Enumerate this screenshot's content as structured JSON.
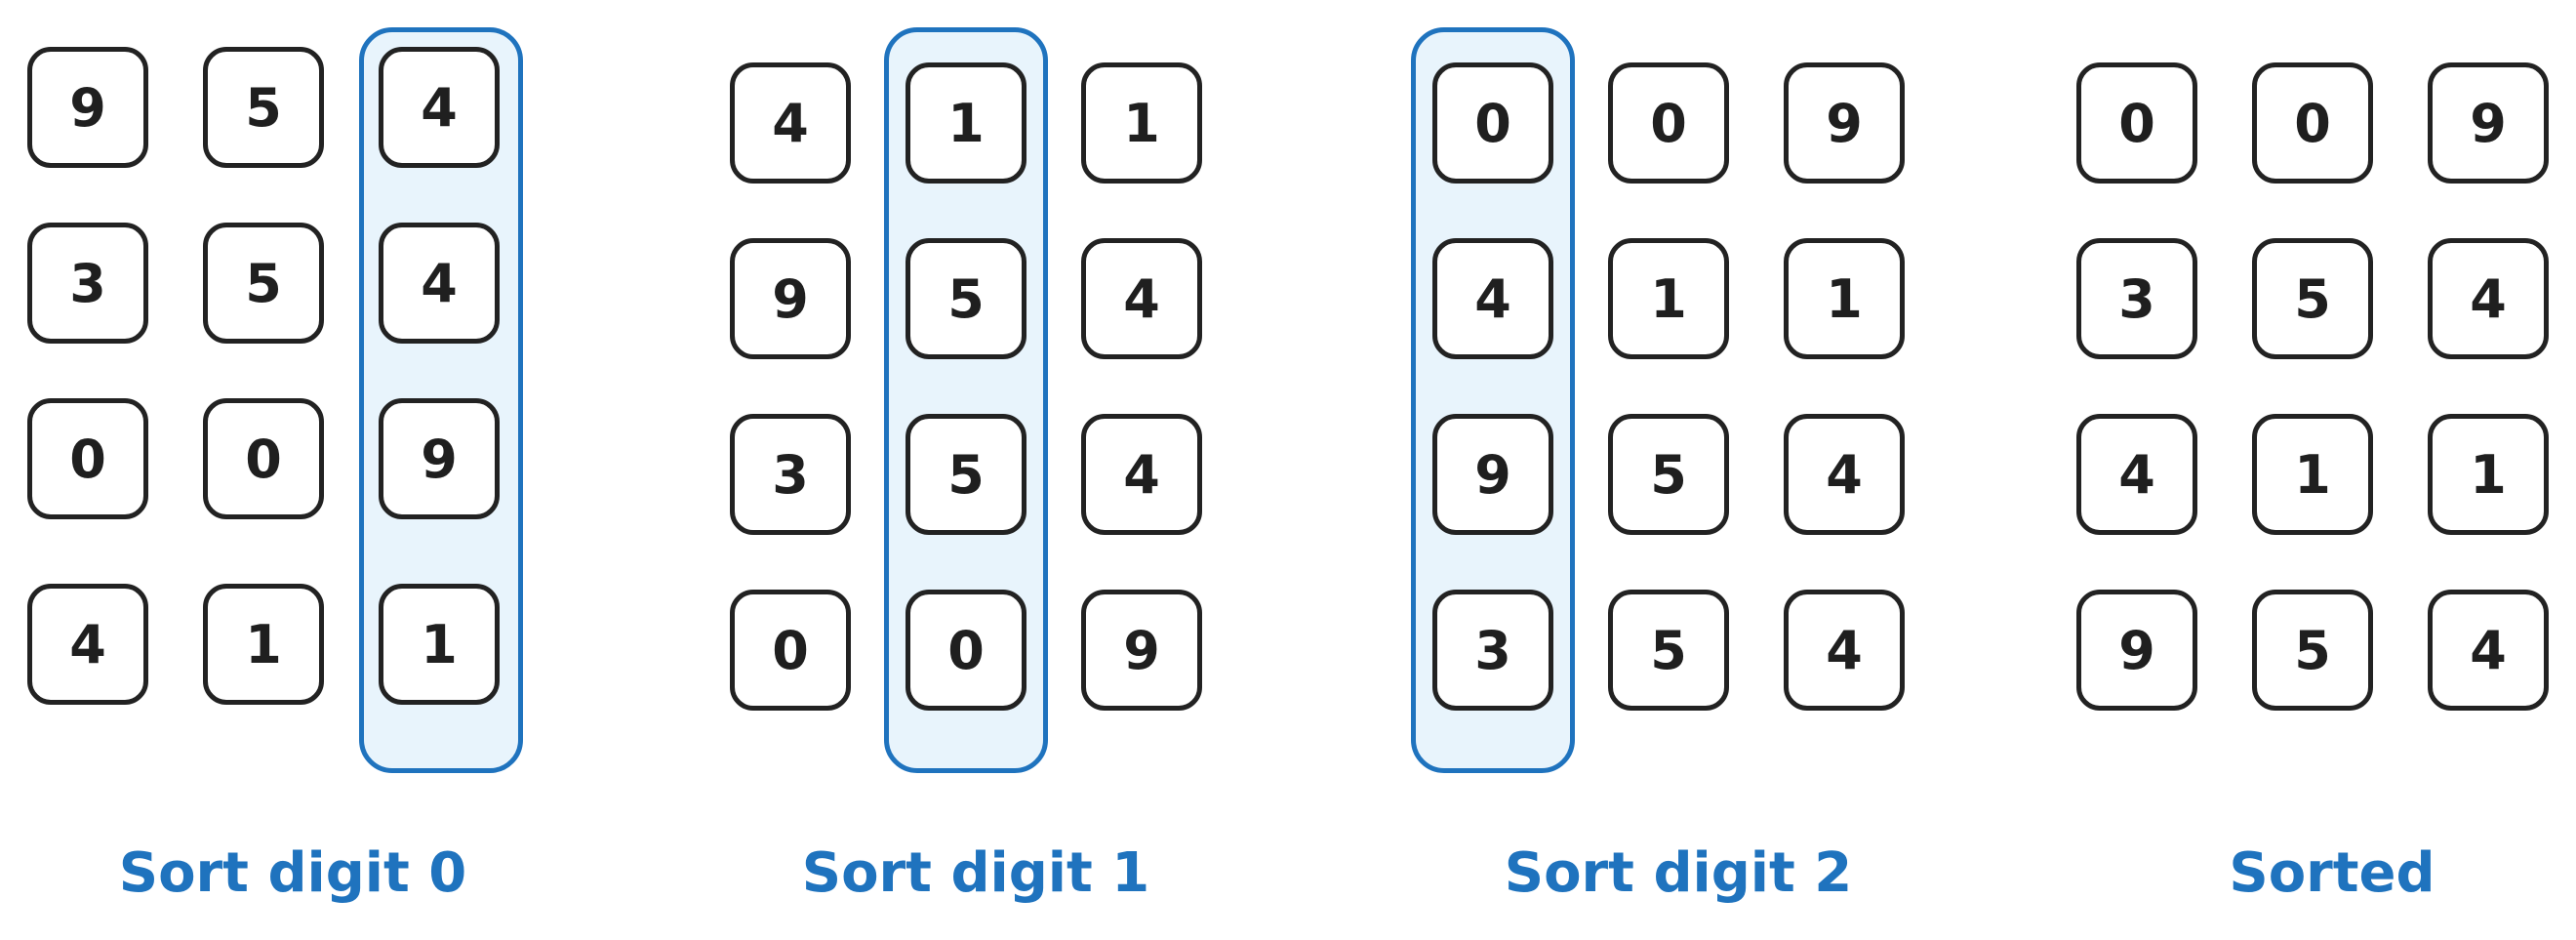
{
  "colors": {
    "highlight_border": "#1f73be",
    "highlight_fill": "#e8f4fc",
    "caption": "#1f73be",
    "cell_border": "#222222",
    "digit": "#1f1f1f"
  },
  "panels": [
    {
      "caption": "Sort digit 0",
      "highlight_column": 2,
      "rows": [
        [
          "9",
          "5",
          "4"
        ],
        [
          "3",
          "5",
          "4"
        ],
        [
          "0",
          "0",
          "9"
        ],
        [
          "4",
          "1",
          "1"
        ]
      ]
    },
    {
      "caption": "Sort digit 1",
      "highlight_column": 1,
      "rows": [
        [
          "4",
          "1",
          "1"
        ],
        [
          "9",
          "5",
          "4"
        ],
        [
          "3",
          "5",
          "4"
        ],
        [
          "0",
          "0",
          "9"
        ]
      ]
    },
    {
      "caption": "Sort digit 2",
      "highlight_column": 0,
      "rows": [
        [
          "0",
          "0",
          "9"
        ],
        [
          "4",
          "1",
          "1"
        ],
        [
          "9",
          "5",
          "4"
        ],
        [
          "3",
          "5",
          "4"
        ]
      ]
    },
    {
      "caption": "Sorted",
      "highlight_column": null,
      "rows": [
        [
          "0",
          "0",
          "9"
        ],
        [
          "3",
          "5",
          "4"
        ],
        [
          "4",
          "1",
          "1"
        ],
        [
          "9",
          "5",
          "4"
        ]
      ]
    }
  ]
}
